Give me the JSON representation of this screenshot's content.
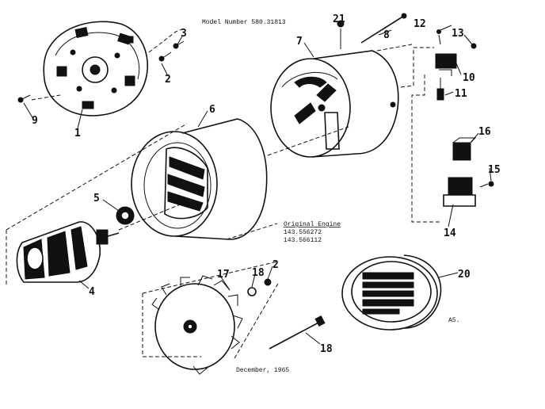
{
  "model_number": "Model Number 580.31813",
  "original_engine": {
    "title": "Original Engine",
    "numbers": [
      "143.556272",
      "143.566112"
    ]
  },
  "date": "December, 1965",
  "code": "A5.",
  "callouts": {
    "c1": "1",
    "c2a": "2",
    "c2b": "2",
    "c3": "3",
    "c4": "4",
    "c5": "5",
    "c6": "6",
    "c7": "7",
    "c8": "8",
    "c9": "9",
    "c10": "10",
    "c11": "11",
    "c12": "12",
    "c13": "13",
    "c14": "14",
    "c15": "15",
    "c16": "16",
    "c17": "17",
    "c18a": "18",
    "c18b": "18",
    "c20": "20",
    "c21": "21"
  }
}
